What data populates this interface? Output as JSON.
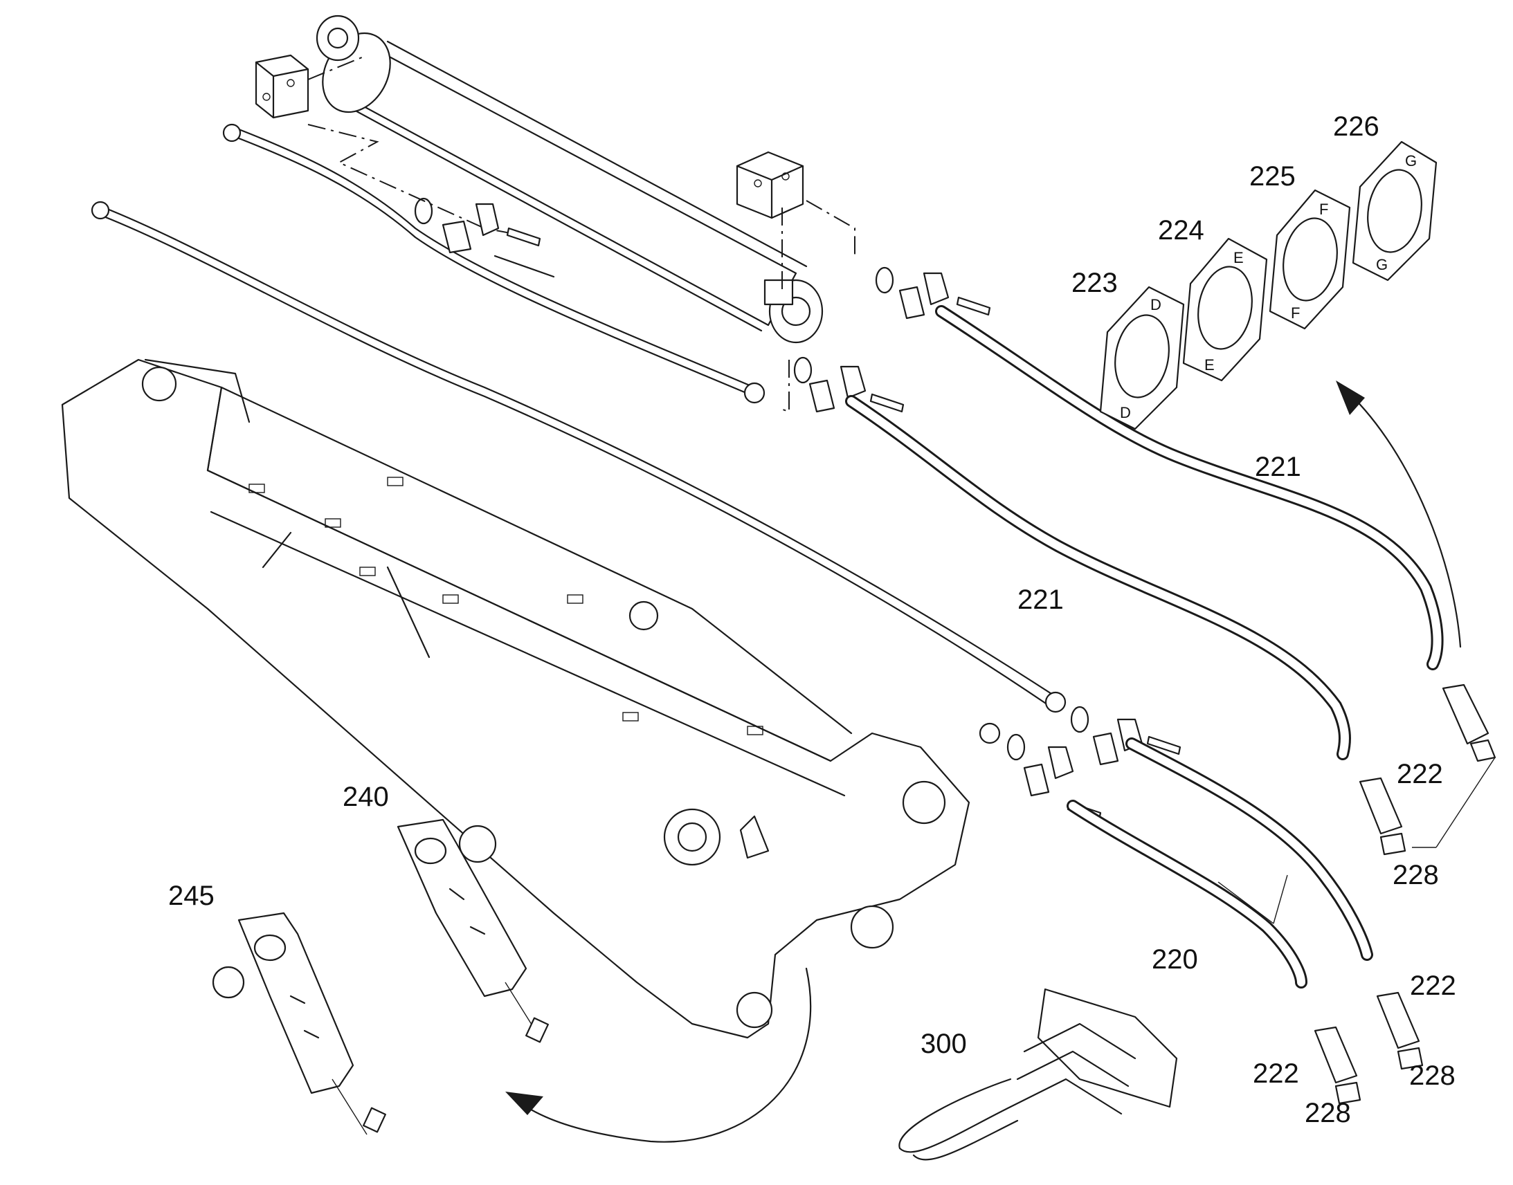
{
  "reference_numerals": {
    "n220": "220",
    "n221a": "221",
    "n221b": "221",
    "n222a": "222",
    "n222b": "222",
    "n222c": "222",
    "n223": "223",
    "n224": "224",
    "n225": "225",
    "n226": "226",
    "n228a": "228",
    "n228b": "228",
    "n228c": "228",
    "n240": "240",
    "n245": "245",
    "n300": "300"
  },
  "gasket_letters": {
    "d": "D",
    "e": "E",
    "f": "F",
    "g": "G"
  },
  "colors": {
    "line": "#1a1a1a",
    "background": "#ffffff"
  }
}
